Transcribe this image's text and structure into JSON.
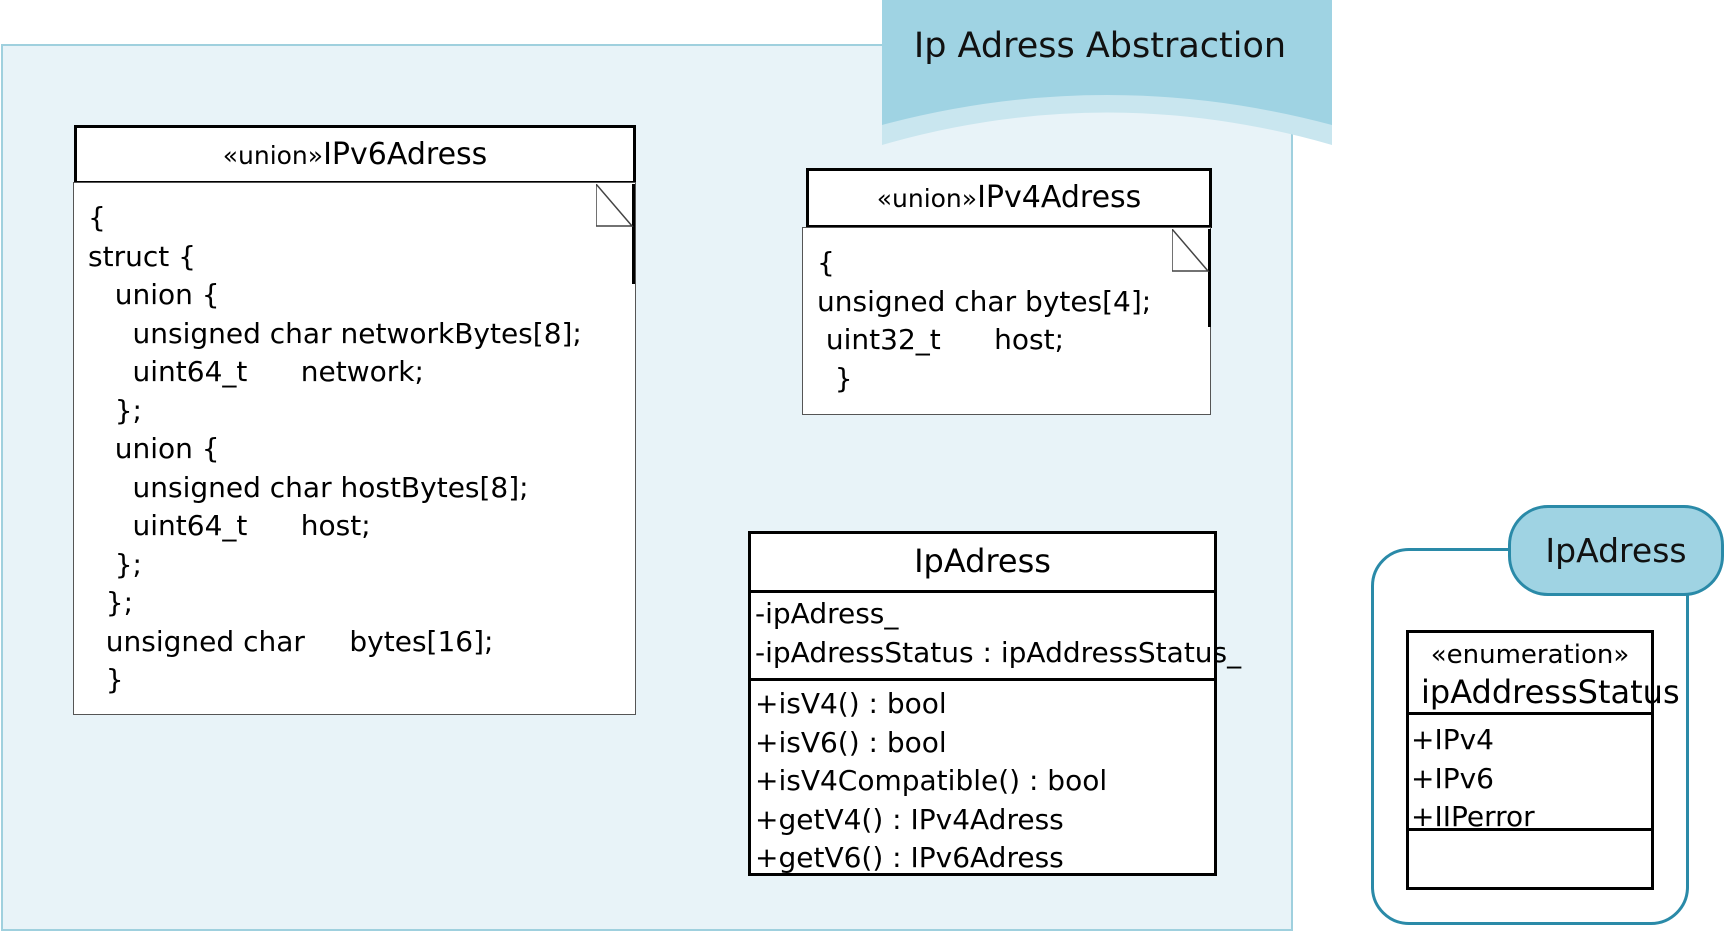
{
  "package": {
    "title": "Ip Adress Abstraction",
    "fill_color": "#e8f3f8",
    "border_color": "#9fd0de",
    "tab_color": "#9fd3e3"
  },
  "ipv6_note": {
    "stereotype": "«union»",
    "name": "IPv6Adress",
    "lines": [
      "{",
      "struct {",
      "   union {",
      "     unsigned char networkBytes[8];",
      "     uint64_t      network;",
      "   };",
      "   union {",
      "     unsigned char hostBytes[8];",
      "     uint64_t      host;",
      "   };",
      "  };",
      "  unsigned char     bytes[16];",
      "  }"
    ]
  },
  "ipv4_note": {
    "stereotype": "«union»",
    "name": "IPv4Adress",
    "lines": [
      "{",
      "unsigned char bytes[4];",
      " uint32_t      host;",
      "  }"
    ]
  },
  "ipadress_class": {
    "name": "IpAdress",
    "attributes": [
      "-ipAdress_",
      "-ipAdressStatus : ipAddressStatus_"
    ],
    "operations": [
      "+isV4() : bool",
      "+isV6() : bool",
      "+isV4Compatible() : bool",
      "+getV4() : IPv4Adress",
      "+getV6() : IPv6Adress"
    ]
  },
  "ipadress_namespace": {
    "title": "IpAdress",
    "border_color": "#2a8aa8"
  },
  "enum": {
    "stereotype": "«enumeration»",
    "name": "ipAddressStatus",
    "literals": [
      "+IPv4",
      "+IPv6",
      "+IIPerror"
    ]
  }
}
